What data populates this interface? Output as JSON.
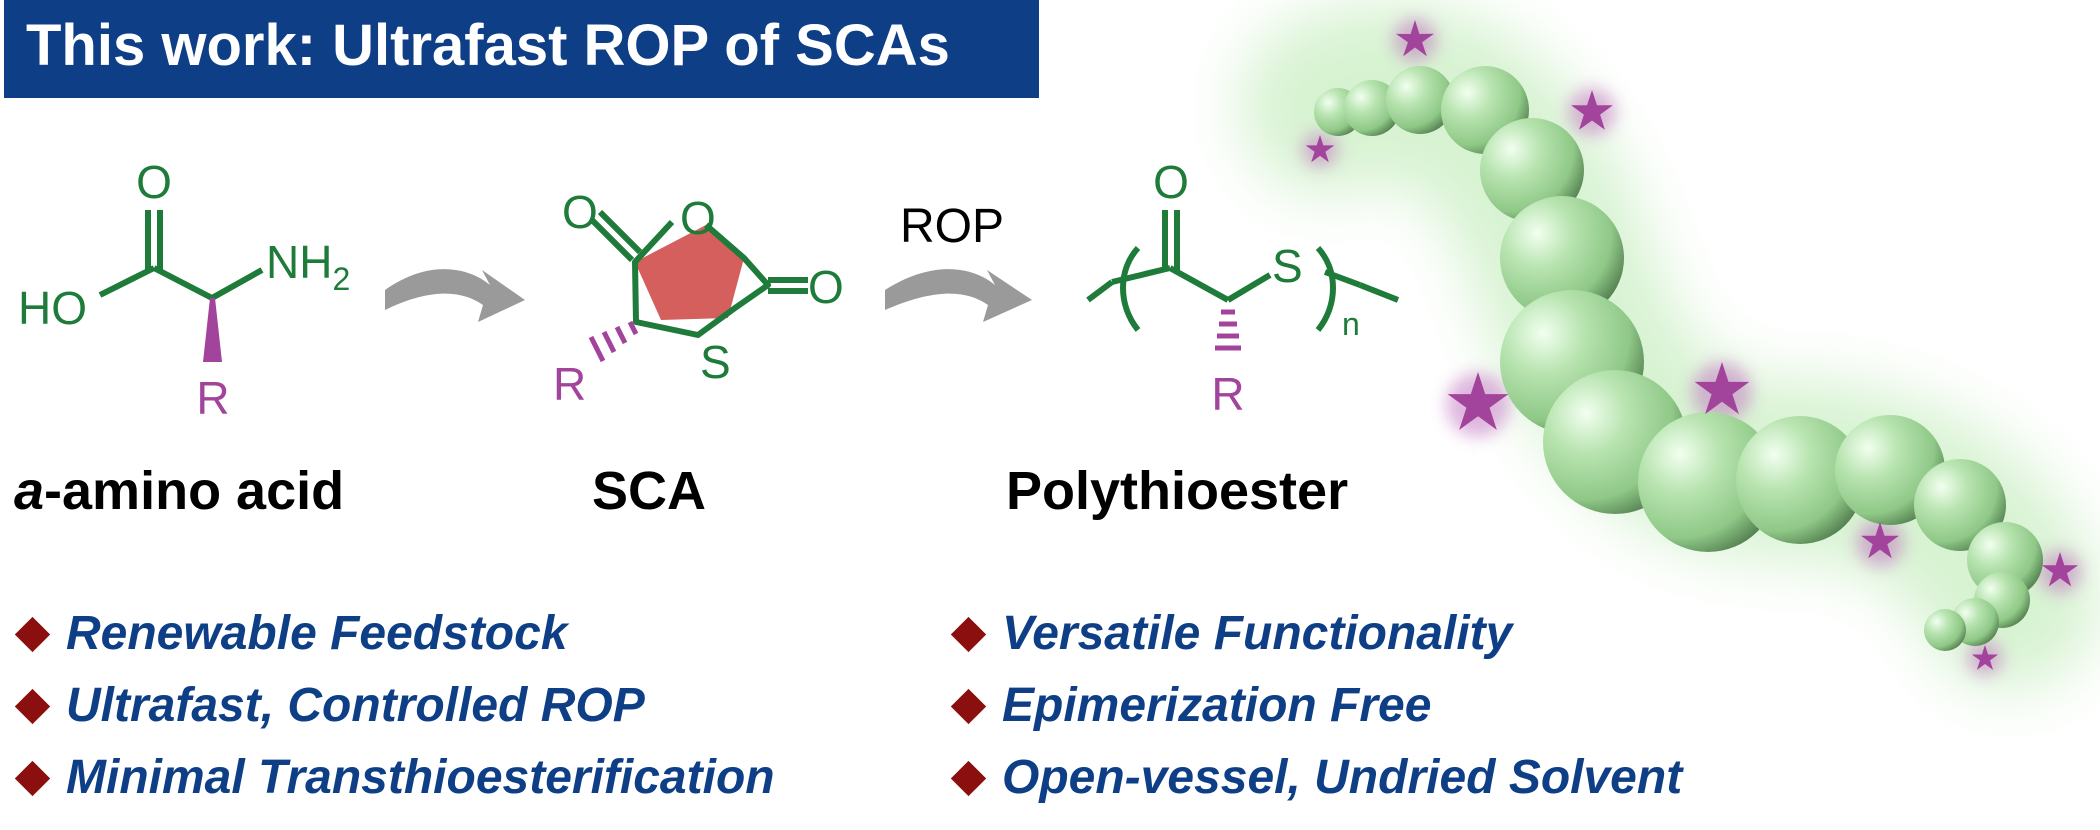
{
  "banner": {
    "title": "This work: Ultrafast ROP of SCAs"
  },
  "scheme": {
    "amino_acid": {
      "atom_o": "O",
      "atom_ho": "HO",
      "atom_nh": "NH",
      "subscript_2": "2",
      "atom_r": "R",
      "label_italic": "a",
      "label_rest": "-amino acid"
    },
    "sca": {
      "atom_o_left": "O",
      "atom_o_ring": "O",
      "atom_o_right": "O",
      "atom_s": "S",
      "atom_r": "R",
      "label": "SCA"
    },
    "arrow_label": "ROP",
    "polymer": {
      "atom_o": "O",
      "atom_s": "S",
      "subscript_n": "n",
      "atom_r": "R",
      "label": "Polythioester"
    }
  },
  "features": {
    "left": [
      "Renewable Feedstock",
      "Ultrafast, Controlled ROP",
      "Minimal Transthioesterification"
    ],
    "right": [
      "Versatile Functionality",
      "Epimerization Free",
      "Open-vessel, Undried Solvent"
    ]
  },
  "colors": {
    "banner": "#0e3f86",
    "bond": "#1e7b3a",
    "substituent": "#a3449c",
    "ring_fill": "#d45f5c",
    "bullet": "#8b0f0f",
    "bead": "#a8dca0",
    "star": "#a3449c"
  }
}
